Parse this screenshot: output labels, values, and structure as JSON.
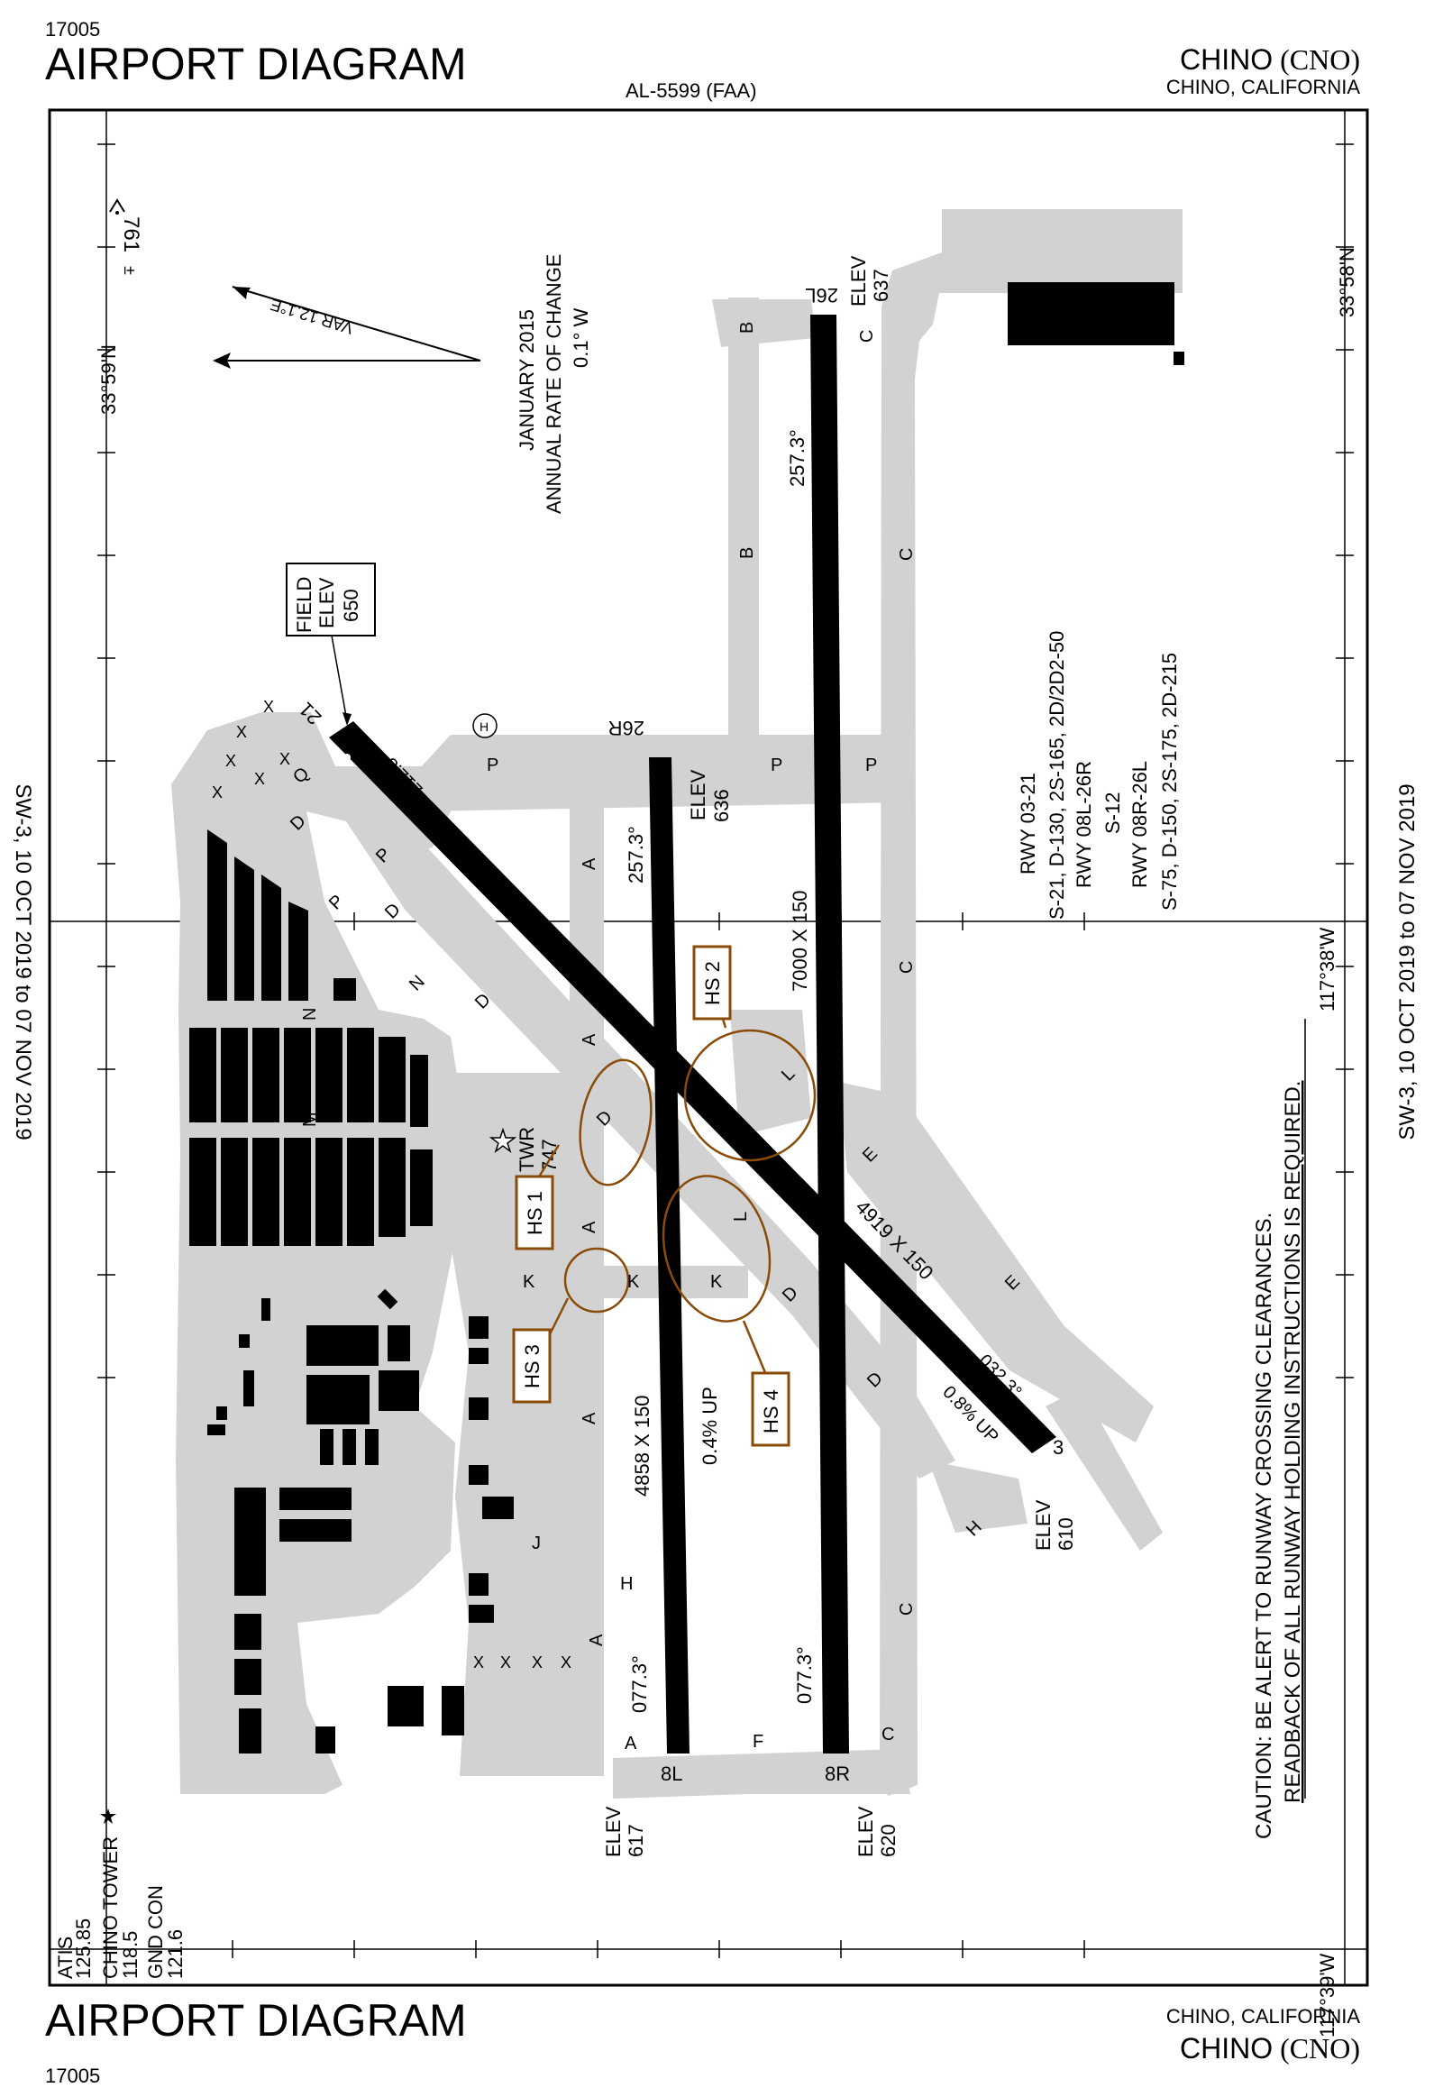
{
  "header": {
    "chart_number": "17005",
    "title": "AIRPORT DIAGRAM",
    "airport_name": "CHINO",
    "airport_code": "(CNO)",
    "city_state": "CHINO, CALIFORNIA",
    "chart_id": "AL-5599 (FAA)"
  },
  "footer": {
    "chart_number": "17005",
    "title": "AIRPORT DIAGRAM",
    "airport_name": "CHINO",
    "airport_code": "(CNO)",
    "city_state": "CHINO, CALIFORNIA"
  },
  "cycle": {
    "left_text": "SW-3,  10 OCT 2019  to  07 NOV 2019",
    "right_text": "SW-3,  10 OCT 2019  to  07 NOV 2019"
  },
  "coordinates": {
    "lat_north": "33°59'N",
    "lat_south": "33°58'N",
    "lon_east": "117°38'W",
    "lon_west": "117°39'W"
  },
  "obstacle": {
    "height": "761",
    "suffix": "±"
  },
  "variation": {
    "label": "VAR 12.1°E",
    "date": "JANUARY 2015",
    "rate_title": "ANNUAL RATE OF CHANGE",
    "rate_value": "0.1° W"
  },
  "field_elev": {
    "line1": "FIELD",
    "line2": "ELEV",
    "value": "650"
  },
  "tower": {
    "label": "TWR",
    "elev": "747"
  },
  "communications": {
    "atis_label": "ATIS",
    "atis_freq": "125.85",
    "tower_label": "CHINO TOWER",
    "tower_freq": "118.5",
    "gnd_label": "GND CON",
    "gnd_freq": "121.6"
  },
  "runways": {
    "r26r": {
      "id": "26R",
      "elev_label": "ELEV",
      "elev": "636",
      "heading": "257.3°",
      "dims": "4858 X 150",
      "slope": "0.4% UP"
    },
    "r8l": {
      "id": "8L",
      "elev_label": "ELEV",
      "elev": "617",
      "heading": "077.3°"
    },
    "r26l": {
      "id": "26L",
      "elev_label": "ELEV",
      "elev": "637",
      "heading": "257.3°",
      "dims": "7000 X 150"
    },
    "r8r": {
      "id": "8R",
      "elev_label": "ELEV",
      "elev": "620",
      "heading": "077.3°"
    },
    "r21": {
      "id": "21",
      "heading": "212.3°"
    },
    "r3": {
      "id": "3",
      "elev_label": "ELEV",
      "elev": "610",
      "heading": "032.3°",
      "dims": "4919 X 150",
      "slope": "0.8% UP"
    }
  },
  "strength": {
    "l1": "RWY 03-21",
    "l2": "S-21, D-130,  2S-165, 2D/2D2-50",
    "l3": "RWY 08L-26R",
    "l4": "S-12",
    "l5": "RWY 08R-26L",
    "l6": "S-75, D-150, 2S-175, 2D-215"
  },
  "hotspots": {
    "hs1": "HS 1",
    "hs2": "HS 2",
    "hs3": "HS 3",
    "hs4": "HS 4"
  },
  "caution": {
    "line1": "CAUTION: BE ALERT TO RUNWAY CROSSING CLEARANCES.",
    "line2": "READBACK OF ALL RUNWAY HOLDING INSTRUCTIONS IS REQUIRED."
  },
  "taxiways": {
    "a": "A",
    "b": "B",
    "c": "C",
    "d": "D",
    "e": "E",
    "f": "F",
    "h": "H",
    "j": "J",
    "k": "K",
    "l": "L",
    "m": "M",
    "n": "N",
    "p": "P",
    "q": "Q",
    "x": "X"
  },
  "heliport": "H",
  "colors": {
    "pavement": "#d2d2d2",
    "runway": "#000000",
    "hotspot": "#8a4b08",
    "building": "#000000"
  },
  "icons": [
    "tower-star-icon",
    "north-arrow-icon",
    "magnetic-arrow-icon",
    "heliport-icon",
    "obstacle-icon"
  ]
}
